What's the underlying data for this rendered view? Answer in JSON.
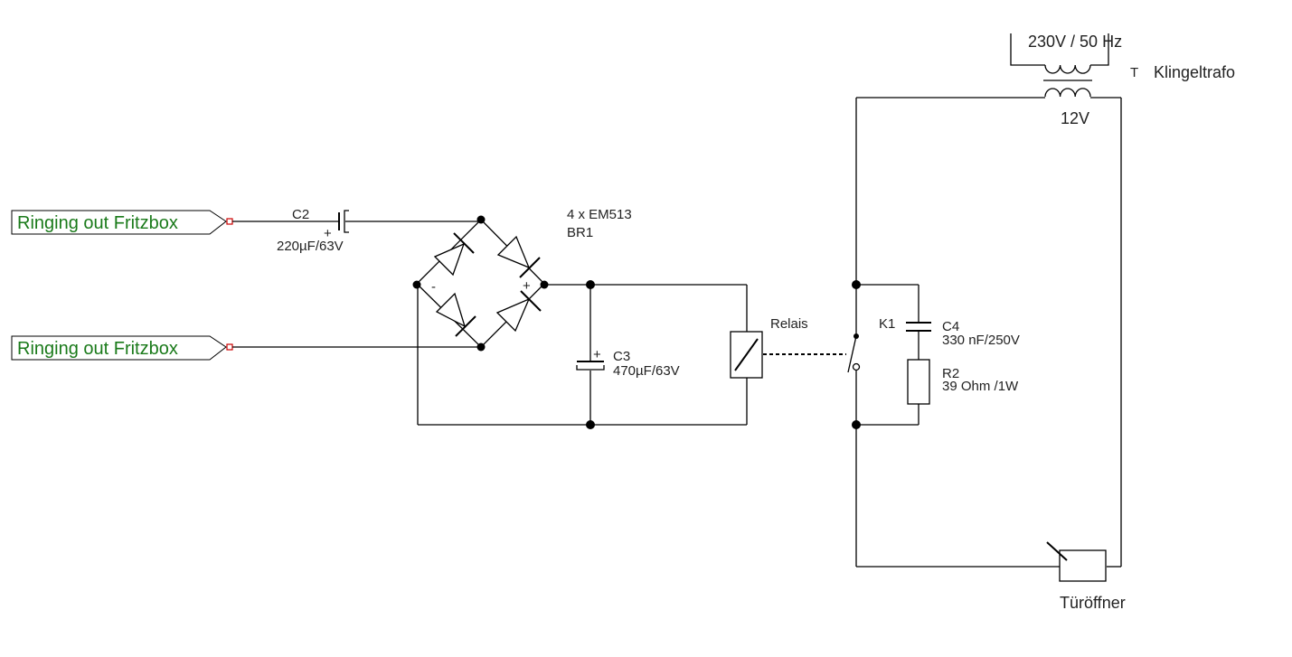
{
  "ports": {
    "top_label": "Ringing out Fritzbox",
    "bottom_label": "Ringing out Fritzbox",
    "text_color": "#1a7a1a",
    "terminal_color": "#cc0000"
  },
  "c2": {
    "name": "C2",
    "value": "220µF/63V",
    "polarity": "+"
  },
  "br1": {
    "type": "4 x EM513",
    "name": "BR1",
    "minus": "-",
    "plus": "+"
  },
  "c3": {
    "name": "C3",
    "value": "470µF/63V",
    "polarity": "+"
  },
  "relay": {
    "label": "Relais"
  },
  "k1": {
    "name": "K1"
  },
  "c4": {
    "name": "C4",
    "value": "330 nF/250V"
  },
  "r2": {
    "name": "R2",
    "value": "39 Ohm /1W"
  },
  "transformer": {
    "primary": "230V / 50 Hz",
    "designator": "T",
    "name": "Klingeltrafo",
    "secondary": "12V"
  },
  "door_opener": {
    "label": "Türöffner"
  }
}
